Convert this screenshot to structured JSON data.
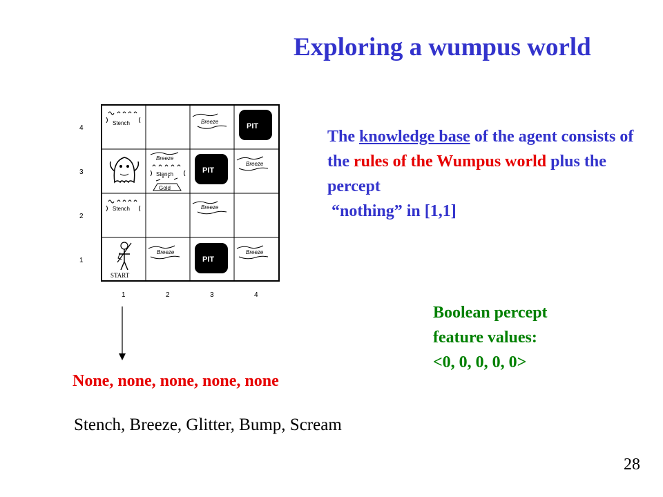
{
  "slide": {
    "title": "Exploring a wumpus world",
    "page_number": "28"
  },
  "knowledge_base": {
    "prefix": "The ",
    "link": "knowledge base",
    "mid1": " of the agent consists of the ",
    "highlight": "rules of the Wumpus world",
    "mid2": " plus the percept",
    "tail": "“nothing” in [1,1]"
  },
  "boolean_percept": {
    "line1": "Boolean percept",
    "line2": "feature values:",
    "line3": "<0, 0, 0, 0, 0>"
  },
  "percept_values": "None, none, none, none, none",
  "percept_names": "Stench, Breeze, Glitter, Bump, Scream",
  "grid": {
    "row_labels": [
      "4",
      "3",
      "2",
      "1"
    ],
    "col_labels": [
      "1",
      "2",
      "3",
      "4"
    ],
    "cells": {
      "r4c1": "Stench",
      "r4c3": "Breeze",
      "r4c4": "PIT",
      "r3c2_breeze": "Breeze",
      "r3c2_stench": "Stench",
      "r3c2_gold": "Gold",
      "r3c3": "PIT",
      "r3c4": "Breeze",
      "r2c1": "Stench",
      "r2c3": "Breeze",
      "r1c1": "START",
      "r1c2": "Breeze",
      "r1c3": "PIT",
      "r1c4": "Breeze"
    }
  }
}
